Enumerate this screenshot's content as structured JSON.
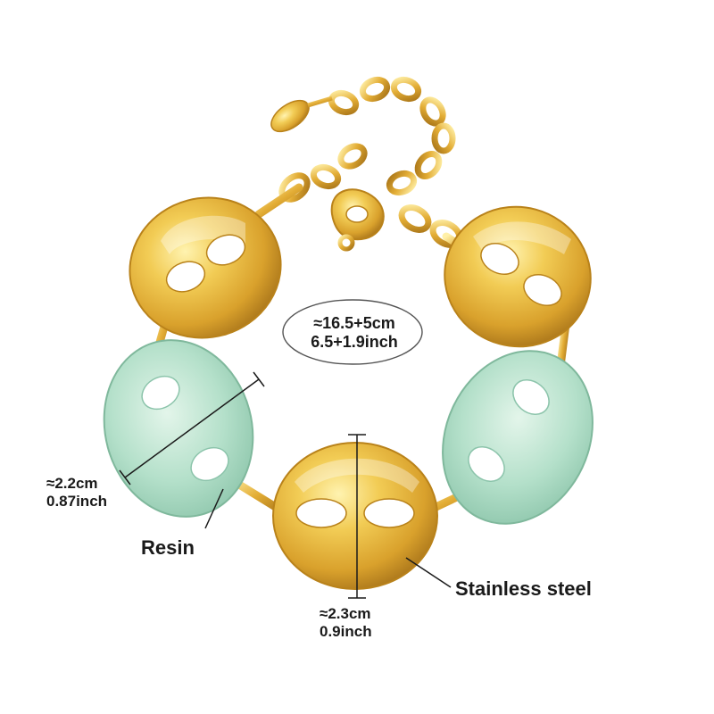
{
  "product": {
    "length_cm": "≈16.5+5cm",
    "length_inch": "6.5+1.9inch",
    "resin_width_cm": "≈2.2cm",
    "resin_width_inch": "0.87inch",
    "steel_height_cm": "≈2.3cm",
    "steel_height_inch": "0.9inch",
    "material_resin": "Resin",
    "material_steel": "Stainless steel",
    "colors": {
      "gold": "#e8b83a",
      "gold_dark": "#b9821a",
      "gold_light": "#fff3b0",
      "jade": "#a9d9c2",
      "jade_dark": "#8cc4ab",
      "jade_light": "#dff3e8"
    }
  }
}
